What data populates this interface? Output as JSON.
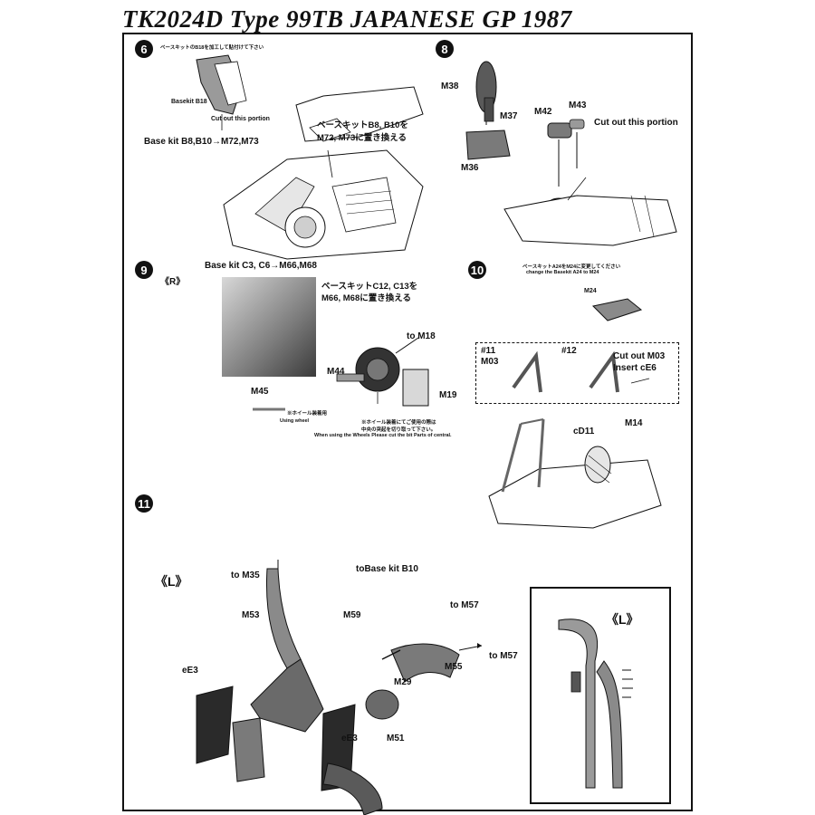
{
  "header": {
    "title": "TK2024D    Type 99TB  JAPANESE GP 1987"
  },
  "steps": {
    "s6": {
      "number": "6",
      "jp_note_top": "ベースキットのB18を加工して貼付けて下さい",
      "basekit_b18": "Basekit B18",
      "cut_out": "Cut out this portion",
      "jp_replace_line1": "ベースキットB8, B10を",
      "jp_replace_line2": "M72, M73に置き換える",
      "replace_en": "Base kit B8,B10→M72,M73"
    },
    "s8": {
      "number": "8",
      "m38": "M38",
      "m37": "M37",
      "m42": "M42",
      "m43": "M43",
      "cut_out": "Cut out this portion",
      "m36": "M36"
    },
    "s9": {
      "number": "9",
      "side": "《R》",
      "replace_en": "Base kit C3, C6→M66,M68",
      "jp_replace_line1": "ベースキットC12, C13を",
      "jp_replace_line2": "M66, M68に置き換える",
      "to_m18": "to M18",
      "m44": "M44",
      "m19": "M19",
      "m45": "M45",
      "jp_wheel": "※ホイール装着用",
      "using_wheel": "Using wheel",
      "jp_note1": "※ホイール装着にてご使用の際は",
      "jp_note2": "中央の突起を切り取って下さい。",
      "en_note": "When using the Wheels Please cut the bit Parts of central."
    },
    "s10": {
      "number": "10",
      "jp_note": "ベースキットA24をM24に変更してください",
      "en_note": "change the Basekit A24 to M24",
      "m24": "M24",
      "box_11": "#11",
      "box_m03a": "M03",
      "box_12": "#12",
      "box_cut": "Cut out M03",
      "box_insert": "Insert cE6",
      "cd11": "cD11",
      "m14": "M14"
    },
    "s11": {
      "number": "11",
      "side_left": "《L》",
      "to_m35": "to M35",
      "to_base_b10": "toBase kit B10",
      "m53": "M53",
      "m59": "M59",
      "to_m57_a": "to M57",
      "to_m57_b": "to M57",
      "m55": "M55",
      "m29": "M29",
      "ee3_a": "eE3",
      "ee3_b": "eE3",
      "m51": "M51",
      "inset_side": "《L》"
    }
  },
  "colors": {
    "ink": "#111111",
    "paper": "#ffffff",
    "part_gray": "#8a8a8a",
    "dark_gray": "#3a3a3a"
  }
}
